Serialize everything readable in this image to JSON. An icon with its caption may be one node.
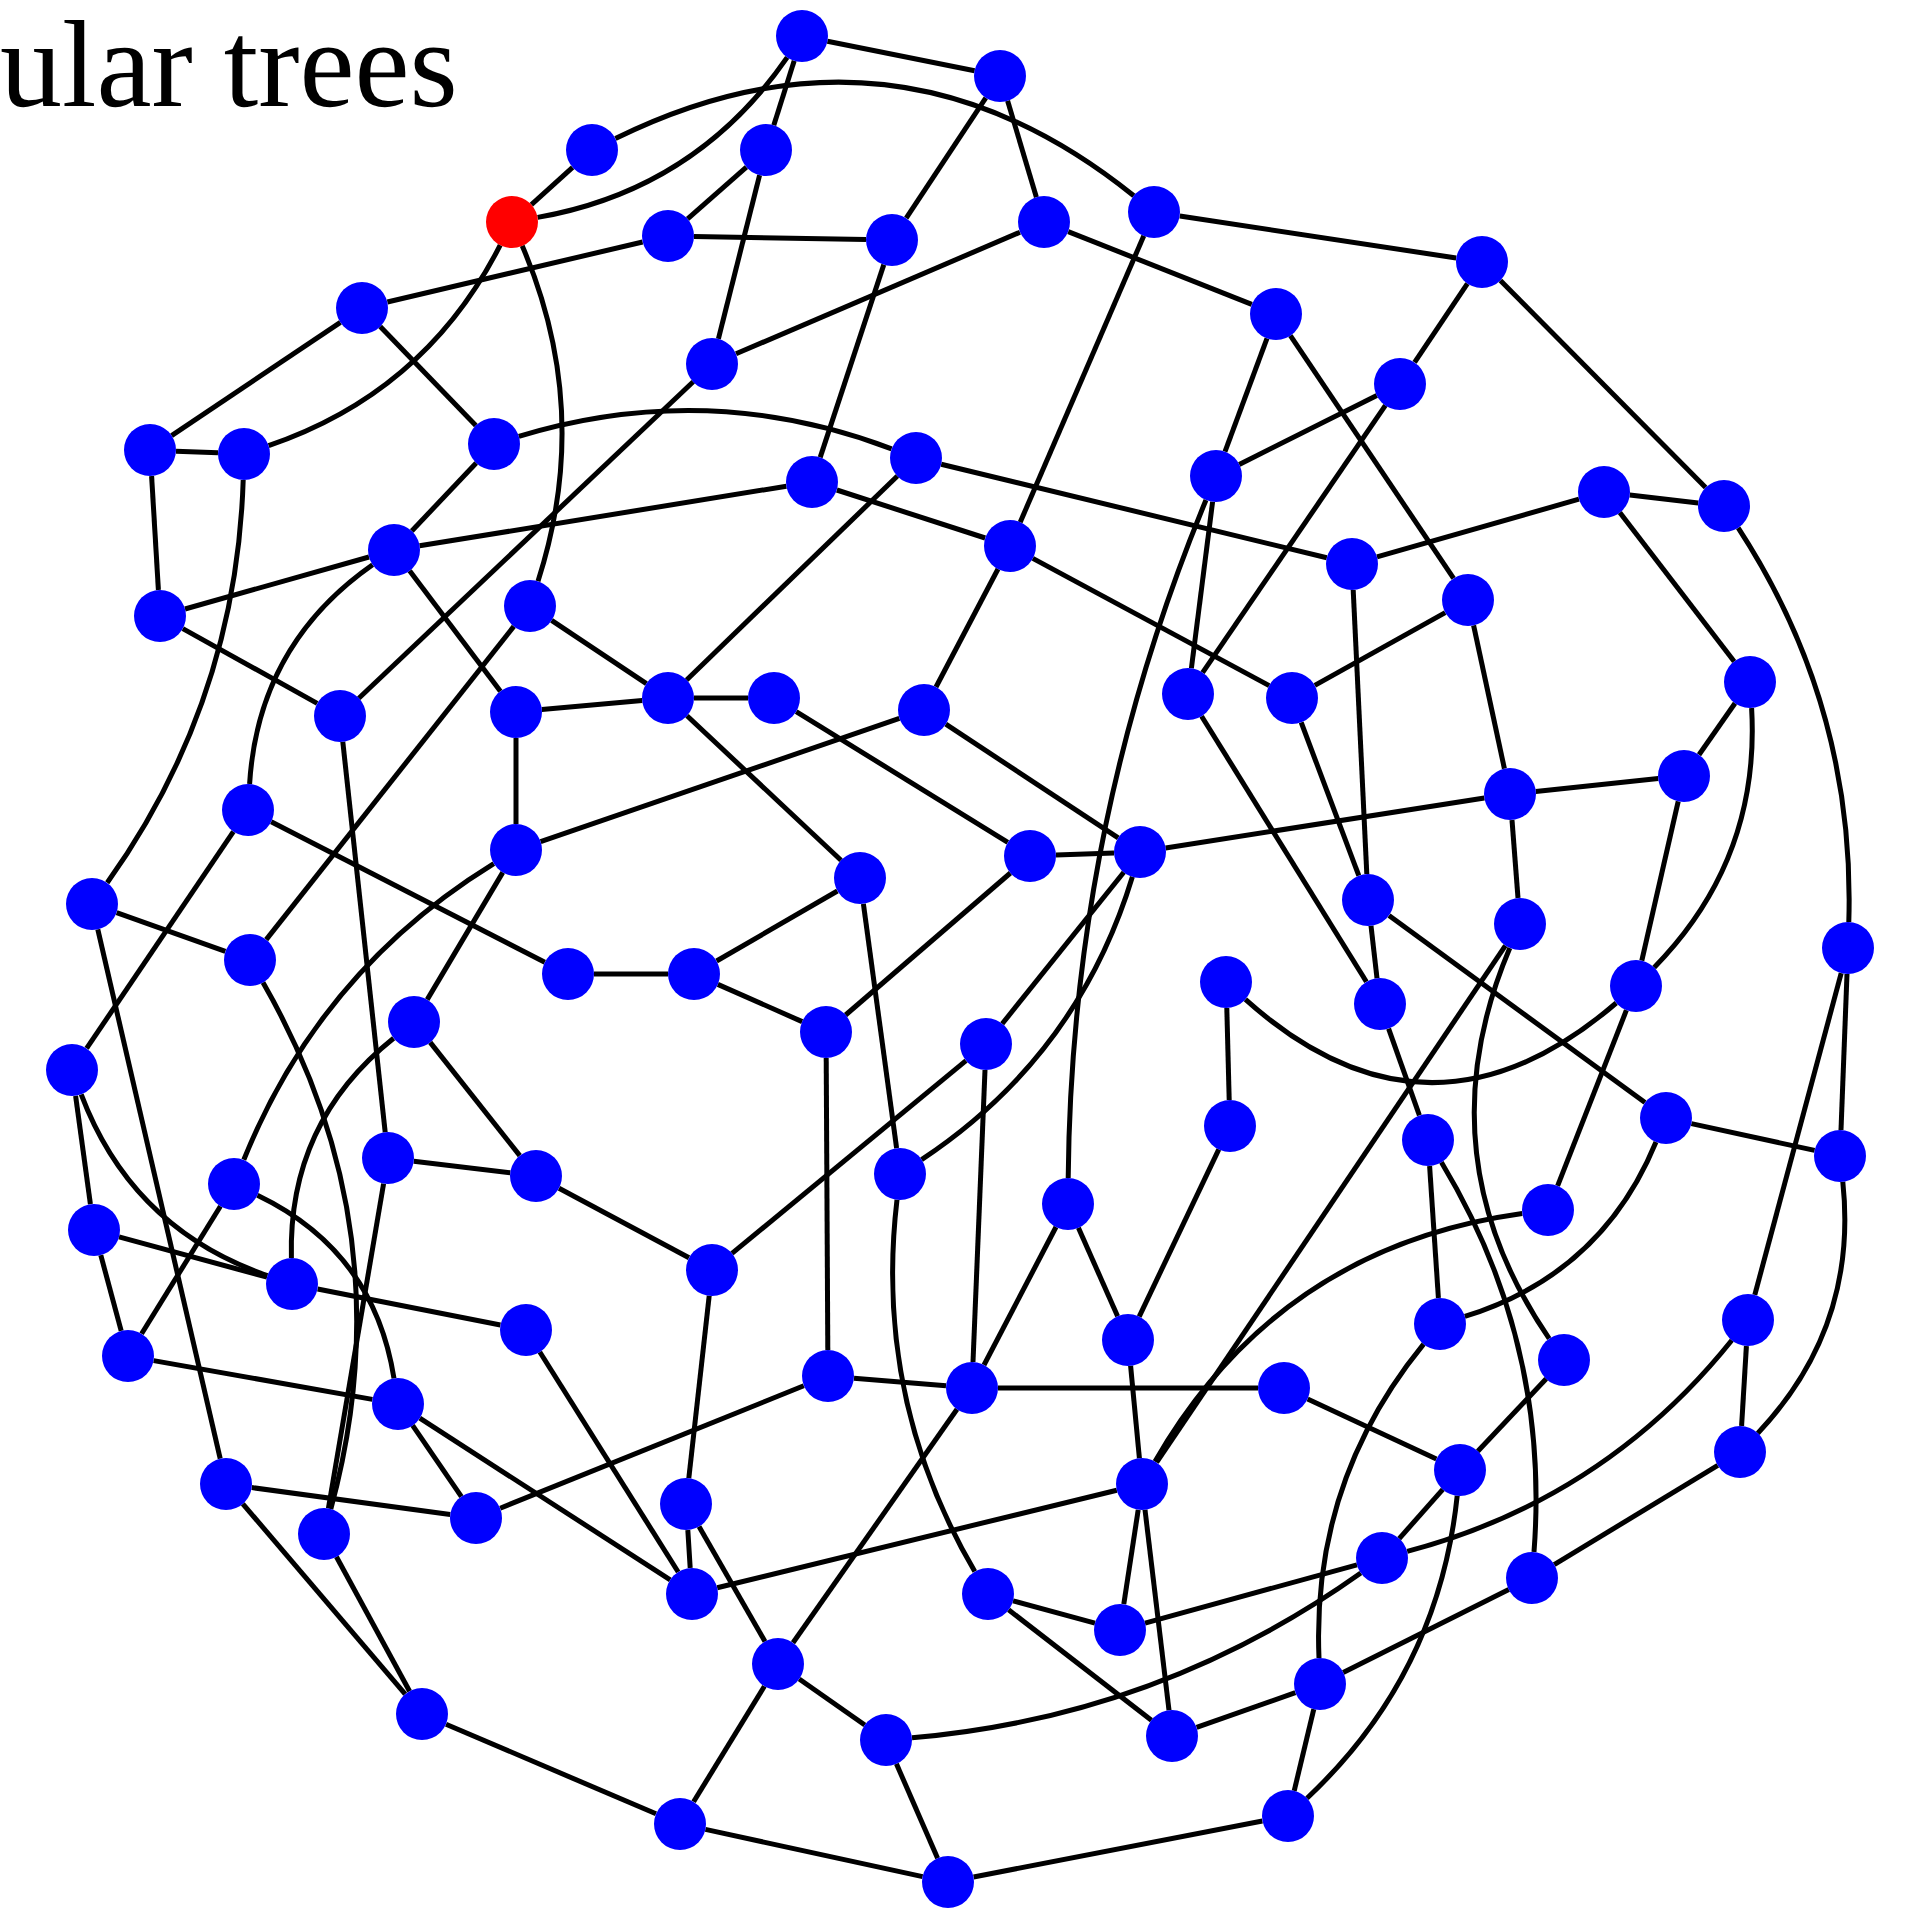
{
  "diagram": {
    "nodes": [
      {
        "text": [],
        "shape": "circle"
      },
      {
        "text": [],
        "shape": "circle"
      },
      {
        "text": [],
        "shape": "circle"
      },
      {
        "text": [],
        "shape": "circle"
      },
      {
        "text": [],
        "shape": "circle"
      },
      {
        "text": [],
        "shape": "circle"
      },
      {
        "text": [],
        "shape": "circle"
      },
      {
        "text": [],
        "shape": "circle"
      },
      {
        "text": [],
        "shape": "circle"
      },
      {
        "text": [],
        "shape": "circle"
      },
      {
        "text": [],
        "shape": "circle"
      },
      {
        "text": [],
        "shape": "circle"
      },
      {
        "text": [],
        "shape": "circle"
      },
      {
        "text": [],
        "shape": "circle"
      },
      {
        "text": [],
        "shape": "circle"
      },
      {
        "text": [],
        "shape": "circle"
      },
      {
        "text": [],
        "shape": "circle"
      },
      {
        "text": [],
        "shape": "circle"
      },
      {
        "text": [],
        "shape": "circle"
      },
      {
        "text": [],
        "shape": "circle"
      },
      {
        "text": [],
        "shape": "circle"
      },
      {
        "text": [],
        "shape": "circle"
      },
      {
        "text": [],
        "shape": "circle"
      },
      {
        "text": [],
        "shape": "circle"
      },
      {
        "text": [],
        "shape": "circle"
      },
      {
        "text": [],
        "shape": "circle"
      },
      {
        "text": [],
        "shape": "circle"
      },
      {
        "text": [],
        "shape": "circle"
      },
      {
        "text": [],
        "shape": "circle"
      },
      {
        "text": [],
        "shape": "circle"
      },
      {
        "text": [],
        "shape": "circle"
      },
      {
        "text": [],
        "shape": "circle"
      },
      {
        "text": [],
        "shape": "circle"
      },
      {
        "text": [],
        "shape": "circle"
      },
      {
        "text": [],
        "shape": "circle"
      },
      {
        "text": [],
        "shape": "circle"
      },
      {
        "text": [],
        "shape": "circle"
      },
      {
        "text": [],
        "shape": "circle"
      },
      {
        "text": [],
        "shape": "circle"
      },
      {
        "text": [],
        "shape": "circle"
      },
      {
        "text": [],
        "shape": "circle"
      },
      {
        "text": [],
        "shape": "circle"
      },
      {
        "text": [],
        "shape": "circle"
      },
      {
        "text": [],
        "shape": "circle"
      },
      {
        "text": [],
        "shape": "circle"
      },
      {
        "text": [],
        "shape": "circle"
      },
      {
        "text": [],
        "shape": "circle"
      },
      {
        "text": [],
        "shape": "circle"
      },
      {
        "text": [],
        "shape": "circle"
      },
      {
        "text": [],
        "shape": "circle"
      },
      {
        "text": [],
        "shape": "circle"
      },
      {
        "text": [],
        "shape": "circle"
      },
      {
        "text": [],
        "shape": "circle"
      },
      {
        "text": [],
        "shape": "circle"
      },
      {
        "text": [],
        "shape": "circle"
      },
      {
        "text": [],
        "shape": "circle"
      },
      {
        "text": [],
        "shape": "circle"
      },
      {
        "text": [],
        "shape": "circle"
      },
      {
        "text": [],
        "shape": "circle"
      },
      {
        "text": [],
        "shape": "circle"
      },
      {
        "text": [],
        "shape": "circle"
      },
      {
        "text": [],
        "shape": "circle"
      },
      {
        "text": [],
        "shape": "circle"
      },
      {
        "text": [],
        "shape": "circle"
      },
      {
        "text": [],
        "shape": "circle"
      },
      {
        "text": [],
        "shape": "circle"
      },
      {
        "text": [],
        "shape": "circle"
      },
      {
        "text": [],
        "shape": "circle"
      },
      {
        "text": [],
        "shape": "circle"
      },
      {
        "text": [],
        "shape": "circle"
      },
      {
        "text": [],
        "shape": "circle"
      },
      {
        "text": [],
        "shape": "circle"
      },
      {
        "text": [],
        "shape": "circle"
      },
      {
        "text": [],
        "shape": "circle"
      },
      {
        "text": [],
        "shape": "circle"
      },
      {
        "text": [],
        "shape": "circle"
      },
      {
        "text": [],
        "shape": "circle"
      },
      {
        "text": [],
        "shape": "circle"
      },
      {
        "text": [],
        "shape": "circle"
      },
      {
        "text": [],
        "shape": "circle"
      },
      {
        "text": [],
        "shape": "circle"
      },
      {
        "text": [],
        "shape": "circle"
      },
      {
        "text": [],
        "shape": "circle"
      },
      {
        "text": [],
        "shape": "circle"
      },
      {
        "text": [],
        "shape": "circle"
      },
      {
        "text": [],
        "shape": "circle"
      },
      {
        "text": [],
        "shape": "circle"
      },
      {
        "text": [],
        "shape": "circle"
      },
      {
        "text": [],
        "shape": "circle"
      },
      {
        "text": [],
        "shape": "circle"
      },
      {
        "text": [],
        "shape": "circle"
      },
      {
        "text": [],
        "shape": "circle"
      },
      {
        "text": [],
        "shape": "circle"
      },
      {
        "text": [],
        "shape": "circle"
      },
      {
        "text": [],
        "shape": "circle"
      },
      {
        "text": [],
        "shape": "circle"
      },
      {
        "text": [],
        "shape": "circle"
      },
      {
        "text": [],
        "shape": "circle"
      },
      {
        "text": [],
        "shape": "circle"
      },
      {
        "text": [],
        "shape": "circle"
      }
    ],
    "edges": [
      {
        "from": 0,
        "to": 1,
        "arrow": "none"
      },
      {
        "from": 0,
        "to": 3,
        "arrow": "none"
      },
      {
        "from": 0,
        "to": 4,
        "arrow": "none"
      },
      {
        "from": 1,
        "to": 6,
        "arrow": "none"
      },
      {
        "from": 1,
        "to": 7,
        "arrow": "none"
      },
      {
        "from": 2,
        "to": 8,
        "arrow": "none"
      },
      {
        "from": 2,
        "to": 4,
        "arrow": "none"
      },
      {
        "from": 3,
        "to": 5,
        "arrow": "none"
      },
      {
        "from": 3,
        "to": 11,
        "arrow": "none"
      },
      {
        "from": 5,
        "to": 10,
        "arrow": "none"
      },
      {
        "from": 5,
        "to": 6,
        "arrow": "none"
      },
      {
        "from": 6,
        "to": 17,
        "arrow": "none"
      },
      {
        "from": 7,
        "to": 11,
        "arrow": "none"
      },
      {
        "from": 7,
        "to": 12,
        "arrow": "none"
      },
      {
        "from": 8,
        "to": 23,
        "arrow": "none"
      },
      {
        "from": 8,
        "to": 9,
        "arrow": "none"
      },
      {
        "from": 9,
        "to": 13,
        "arrow": "none"
      },
      {
        "from": 9,
        "to": 21,
        "arrow": "none"
      },
      {
        "from": 10,
        "to": 14,
        "arrow": "none"
      },
      {
        "from": 10,
        "to": 16,
        "arrow": "none"
      },
      {
        "from": 4,
        "to": 15,
        "arrow": "none"
      },
      {
        "from": 4,
        "to": 26,
        "arrow": "none"
      },
      {
        "from": 11,
        "to": 29,
        "arrow": "none"
      },
      {
        "from": 12,
        "to": 19,
        "arrow": "none"
      },
      {
        "from": 12,
        "to": 27,
        "arrow": "none"
      },
      {
        "from": 13,
        "to": 19,
        "arrow": "none"
      },
      {
        "from": 13,
        "to": 34,
        "arrow": "none"
      },
      {
        "from": 14,
        "to": 15,
        "arrow": "none"
      },
      {
        "from": 14,
        "to": 25,
        "arrow": "none"
      },
      {
        "from": 15,
        "to": 43,
        "arrow": "none"
      },
      {
        "from": 16,
        "to": 18,
        "arrow": "none"
      },
      {
        "from": 16,
        "to": 22,
        "arrow": "none"
      },
      {
        "from": 17,
        "to": 22,
        "arrow": "none"
      },
      {
        "from": 17,
        "to": 23,
        "arrow": "none"
      },
      {
        "from": 18,
        "to": 24,
        "arrow": "none"
      },
      {
        "from": 18,
        "to": 31,
        "arrow": "none"
      },
      {
        "from": 19,
        "to": 66,
        "arrow": "none"
      },
      {
        "from": 20,
        "to": 24,
        "arrow": "none"
      },
      {
        "from": 20,
        "to": 21,
        "arrow": "none"
      },
      {
        "from": 20,
        "to": 28,
        "arrow": "none"
      },
      {
        "from": 21,
        "to": 49,
        "arrow": "none"
      },
      {
        "from": 24,
        "to": 44,
        "arrow": "none"
      },
      {
        "from": 27,
        "to": 35,
        "arrow": "none"
      },
      {
        "from": 27,
        "to": 38,
        "arrow": "none"
      },
      {
        "from": 28,
        "to": 37,
        "arrow": "none"
      },
      {
        "from": 28,
        "to": 52,
        "arrow": "none"
      },
      {
        "from": 37,
        "to": 38,
        "arrow": "none"
      },
      {
        "from": 37,
        "to": 52,
        "arrow": "none"
      },
      {
        "from": 38,
        "to": 41,
        "arrow": "none"
      },
      {
        "from": 38,
        "to": 45,
        "arrow": "none"
      },
      {
        "from": 45,
        "to": 78,
        "arrow": "none"
      },
      {
        "from": 45,
        "to": 84,
        "arrow": "none"
      },
      {
        "from": 22,
        "to": 25,
        "arrow": "none"
      },
      {
        "from": 25,
        "to": 29,
        "arrow": "none"
      },
      {
        "from": 22,
        "to": 30,
        "arrow": "none"
      },
      {
        "from": 26,
        "to": 31,
        "arrow": "none"
      },
      {
        "from": 26,
        "to": 46,
        "arrow": "none"
      },
      {
        "from": 29,
        "to": 59,
        "arrow": "none"
      },
      {
        "from": 30,
        "to": 31,
        "arrow": "none"
      },
      {
        "from": 30,
        "to": 39,
        "arrow": "none"
      },
      {
        "from": 31,
        "to": 32,
        "arrow": "none"
      },
      {
        "from": 31,
        "to": 42,
        "arrow": "none"
      },
      {
        "from": 32,
        "to": 40,
        "arrow": "none"
      },
      {
        "from": 33,
        "to": 41,
        "arrow": "none"
      },
      {
        "from": 33,
        "to": 39,
        "arrow": "none"
      },
      {
        "from": 23,
        "to": 33,
        "arrow": "none"
      },
      {
        "from": 34,
        "to": 51,
        "arrow": "none"
      },
      {
        "from": 19,
        "to": 34,
        "arrow": "none"
      },
      {
        "from": 23,
        "to": 35,
        "arrow": "none"
      },
      {
        "from": 35,
        "to": 44,
        "arrow": "none"
      },
      {
        "from": 36,
        "to": 47,
        "arrow": "none"
      },
      {
        "from": 22,
        "to": 36,
        "arrow": "none"
      },
      {
        "from": 36,
        "to": 56,
        "arrow": "none"
      },
      {
        "from": 39,
        "to": 61,
        "arrow": "none"
      },
      {
        "from": 40,
        "to": 41,
        "arrow": "none"
      },
      {
        "from": 40,
        "to": 53,
        "arrow": "none"
      },
      {
        "from": 42,
        "to": 62,
        "arrow": "none"
      },
      {
        "from": 43,
        "to": 46,
        "arrow": "none"
      },
      {
        "from": 43,
        "to": 80,
        "arrow": "none"
      },
      {
        "from": 44,
        "to": 51,
        "arrow": "none"
      },
      {
        "from": 44,
        "to": 57,
        "arrow": "none"
      },
      {
        "from": 46,
        "to": 82,
        "arrow": "none"
      },
      {
        "from": 47,
        "to": 48,
        "arrow": "none"
      },
      {
        "from": 48,
        "to": 53,
        "arrow": "none"
      },
      {
        "from": 42,
        "to": 48,
        "arrow": "none"
      },
      {
        "from": 49,
        "to": 64,
        "arrow": "none"
      },
      {
        "from": 49,
        "to": 73,
        "arrow": "none"
      },
      {
        "from": 50,
        "to": 58,
        "arrow": "none"
      },
      {
        "from": 50,
        "to": 52,
        "arrow": "none"
      },
      {
        "from": 51,
        "to": 63,
        "arrow": "none"
      },
      {
        "from": 52,
        "to": 67,
        "arrow": "none"
      },
      {
        "from": 53,
        "to": 75,
        "arrow": "none"
      },
      {
        "from": 54,
        "to": 60,
        "arrow": "none"
      },
      {
        "from": 39,
        "to": 54,
        "arrow": "none"
      },
      {
        "from": 54,
        "to": 68,
        "arrow": "none"
      },
      {
        "from": 41,
        "to": 55,
        "arrow": "none"
      },
      {
        "from": 55,
        "to": 76,
        "arrow": "none"
      },
      {
        "from": 55,
        "to": 69,
        "arrow": "none"
      },
      {
        "from": 56,
        "to": 65,
        "arrow": "none"
      },
      {
        "from": 56,
        "to": 68,
        "arrow": "none"
      },
      {
        "from": 57,
        "to": 64,
        "arrow": "none"
      },
      {
        "from": 57,
        "to": 72,
        "arrow": "none"
      },
      {
        "from": 58,
        "to": 71,
        "arrow": "none"
      },
      {
        "from": 59,
        "to": 60,
        "arrow": "none"
      },
      {
        "from": 59,
        "to": 82,
        "arrow": "none"
      },
      {
        "from": 60,
        "to": 69,
        "arrow": "none"
      },
      {
        "from": 61,
        "to": 74,
        "arrow": "none"
      },
      {
        "from": 61,
        "to": 79,
        "arrow": "none"
      },
      {
        "from": 62,
        "to": 89,
        "arrow": "none"
      },
      {
        "from": 41,
        "to": 62,
        "arrow": "none"
      },
      {
        "from": 63,
        "to": 72,
        "arrow": "none"
      },
      {
        "from": 63,
        "to": 90,
        "arrow": "none"
      },
      {
        "from": 64,
        "to": 86,
        "arrow": "none"
      },
      {
        "from": 65,
        "to": 74,
        "arrow": "none"
      },
      {
        "from": 65,
        "to": 68,
        "arrow": "none"
      },
      {
        "from": 66,
        "to": 71,
        "arrow": "none"
      },
      {
        "from": 66,
        "to": 76,
        "arrow": "none"
      },
      {
        "from": 67,
        "to": 84,
        "arrow": "none"
      },
      {
        "from": 68,
        "to": 70,
        "arrow": "none"
      },
      {
        "from": 69,
        "to": 83,
        "arrow": "none"
      },
      {
        "from": 70,
        "to": 88,
        "arrow": "none"
      },
      {
        "from": 71,
        "to": 84,
        "arrow": "none"
      },
      {
        "from": 72,
        "to": 93,
        "arrow": "none"
      },
      {
        "from": 73,
        "to": 86,
        "arrow": "none"
      },
      {
        "from": 73,
        "to": 87,
        "arrow": "none"
      },
      {
        "from": 74,
        "to": 79,
        "arrow": "none"
      },
      {
        "from": 75,
        "to": 76,
        "arrow": "none"
      },
      {
        "from": 75,
        "to": 81,
        "arrow": "none"
      },
      {
        "from": 76,
        "to": 77,
        "arrow": "none"
      },
      {
        "from": 76,
        "to": 92,
        "arrow": "none"
      },
      {
        "from": 77,
        "to": 85,
        "arrow": "none"
      },
      {
        "from": 78,
        "to": 85,
        "arrow": "none"
      },
      {
        "from": 79,
        "to": 88,
        "arrow": "none"
      },
      {
        "from": 79,
        "to": 81,
        "arrow": "none"
      },
      {
        "from": 80,
        "to": 81,
        "arrow": "none"
      },
      {
        "from": 80,
        "to": 94,
        "arrow": "none"
      },
      {
        "from": 82,
        "to": 94,
        "arrow": "none"
      },
      {
        "from": 83,
        "to": 88,
        "arrow": "none"
      },
      {
        "from": 83,
        "to": 92,
        "arrow": "none"
      },
      {
        "from": 84,
        "to": 91,
        "arrow": "none"
      },
      {
        "from": 84,
        "to": 96,
        "arrow": "none"
      },
      {
        "from": 84,
        "to": 88,
        "arrow": "none"
      },
      {
        "from": 85,
        "to": 87,
        "arrow": "none"
      },
      {
        "from": 85,
        "to": 98,
        "arrow": "none"
      },
      {
        "from": 86,
        "to": 90,
        "arrow": "none"
      },
      {
        "from": 87,
        "to": 91,
        "arrow": "none"
      },
      {
        "from": 87,
        "to": 95,
        "arrow": "none"
      },
      {
        "from": 89,
        "to": 91,
        "arrow": "none"
      },
      {
        "from": 89,
        "to": 96,
        "arrow": "none"
      },
      {
        "from": 90,
        "to": 93,
        "arrow": "none"
      },
      {
        "from": 92,
        "to": 95,
        "arrow": "none"
      },
      {
        "from": 92,
        "to": 97,
        "arrow": "none"
      },
      {
        "from": 93,
        "to": 96,
        "arrow": "none"
      },
      {
        "from": 93,
        "to": 98,
        "arrow": "none"
      },
      {
        "from": 94,
        "to": 97,
        "arrow": "none"
      },
      {
        "from": 95,
        "to": 99,
        "arrow": "none"
      },
      {
        "from": 97,
        "to": 99,
        "arrow": "none"
      },
      {
        "from": 98,
        "to": 99,
        "arrow": "none"
      }
    ],
    "labels": [
      "ular trees"
    ]
  }
}
